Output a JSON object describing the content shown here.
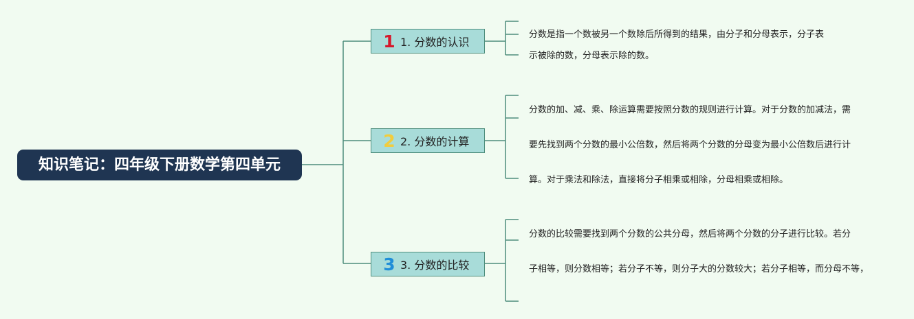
{
  "root": {
    "title": "知识笔记：四年级下册数学第四单元"
  },
  "branches": [
    {
      "number": "1",
      "label": "1. 分数的认识",
      "color": "#d6182b",
      "leaves": [
        "分数是指一个数被另一个数除后所得到的结果，由分子和分母表示，分子表",
        "示被除的数，分母表示除的数。"
      ]
    },
    {
      "number": "2",
      "label": "2. 分数的计算",
      "color": "#f2cc3c",
      "leaves": [
        "分数的加、减、乘、除运算需要按照分数的规则进行计算。对于分数的加减法，需",
        "要先找到两个分数的最小公倍数，然后将两个分数的分母变为最小公倍数后进行计",
        "算。对于乘法和除法，直接将分子相乘或相除，分母相乘或相除。"
      ]
    },
    {
      "number": "3",
      "label": "3. 分数的比较",
      "color": "#1f8ed8",
      "leaves": [
        "分数的比较需要找到两个分数的公共分母，然后将两个分数的分子进行比较。若分",
        "子相等，则分数相等；若分子不等，则分子大的分数较大；若分子相等，而分母不等，"
      ]
    }
  ],
  "colors": {
    "background": "#f1fbf1",
    "root_fill": "#1f3552",
    "branch_fill": "#a8dcd9",
    "line": "#4e8d7c"
  }
}
